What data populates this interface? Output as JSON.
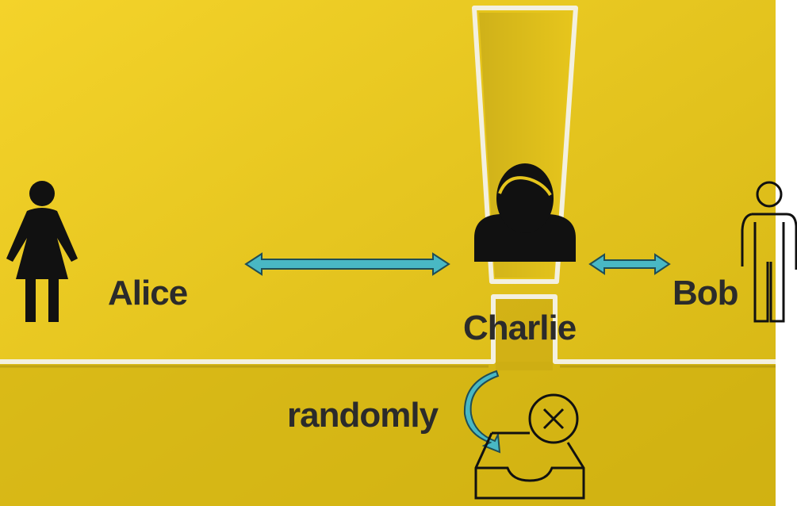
{
  "diagram": {
    "colors": {
      "background_top": "#f4d32a",
      "background_bottom": "#d4b513",
      "wall_highlight": "#f3f0e0",
      "figure": "#111111",
      "arrow_fill": "#49b8c4",
      "arrow_stroke": "#1f4e57",
      "label_text": "#2b2b2b"
    },
    "people": {
      "alice": {
        "label": "Alice",
        "icon": "woman-icon"
      },
      "charlie": {
        "label": "Charlie",
        "icon": "user-avatar-icon"
      },
      "bob": {
        "label": "Bob",
        "icon": "man-outline-icon"
      }
    },
    "links": {
      "alice_charlie": "bidirectional",
      "charlie_bob": "bidirectional"
    },
    "discard": {
      "label": "randomly",
      "icon": "inbox-reject-icon"
    }
  }
}
